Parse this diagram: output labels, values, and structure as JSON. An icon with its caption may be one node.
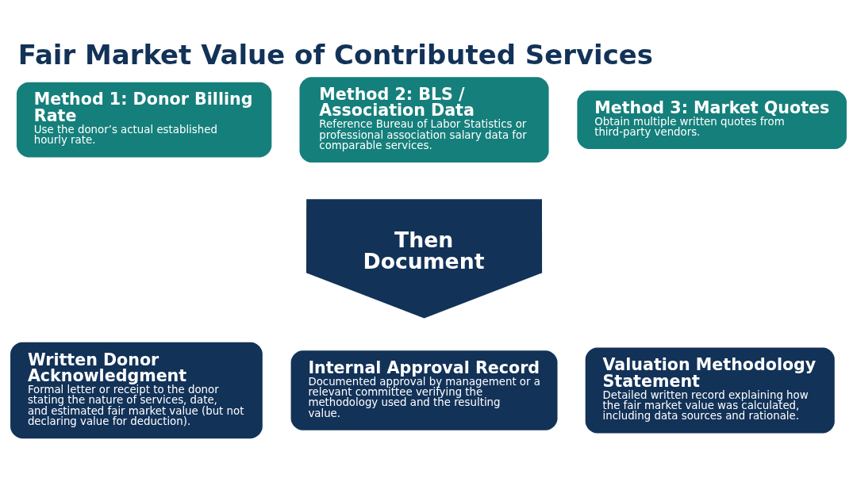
{
  "diagram": {
    "title": "Fair Market Value of Contributed Services",
    "nodes": [
      {
        "text": [
          "Method 1: Donor Billing Rate",
          "Use the donor’s actual established hourly rate."
        ]
      },
      {
        "text": [
          "Method 2: BLS / Association Data",
          "Reference Bureau of Labor Statistics or professional association salary data for comparable services."
        ]
      },
      {
        "text": [
          "Method 3: Market Quotes",
          "Obtain multiple written quotes from third-party vendors."
        ]
      },
      {
        "text": [
          "Then Document"
        ]
      },
      {
        "text": [
          "Written Donor Acknowledgment",
          "Formal letter or receipt to the donor stating the nature of services, date, and estimated fair market value (but not declaring value for deduction)."
        ]
      },
      {
        "text": [
          "Internal Approval Record",
          "Documented approval by management or a relevant committee verifying the methodology used and the resulting value."
        ]
      },
      {
        "text": [
          "Valuation Methodology Statement",
          "Detailed written record explaining how the fair market value was calculated, including data sources and rationale."
        ]
      }
    ],
    "edges": []
  }
}
